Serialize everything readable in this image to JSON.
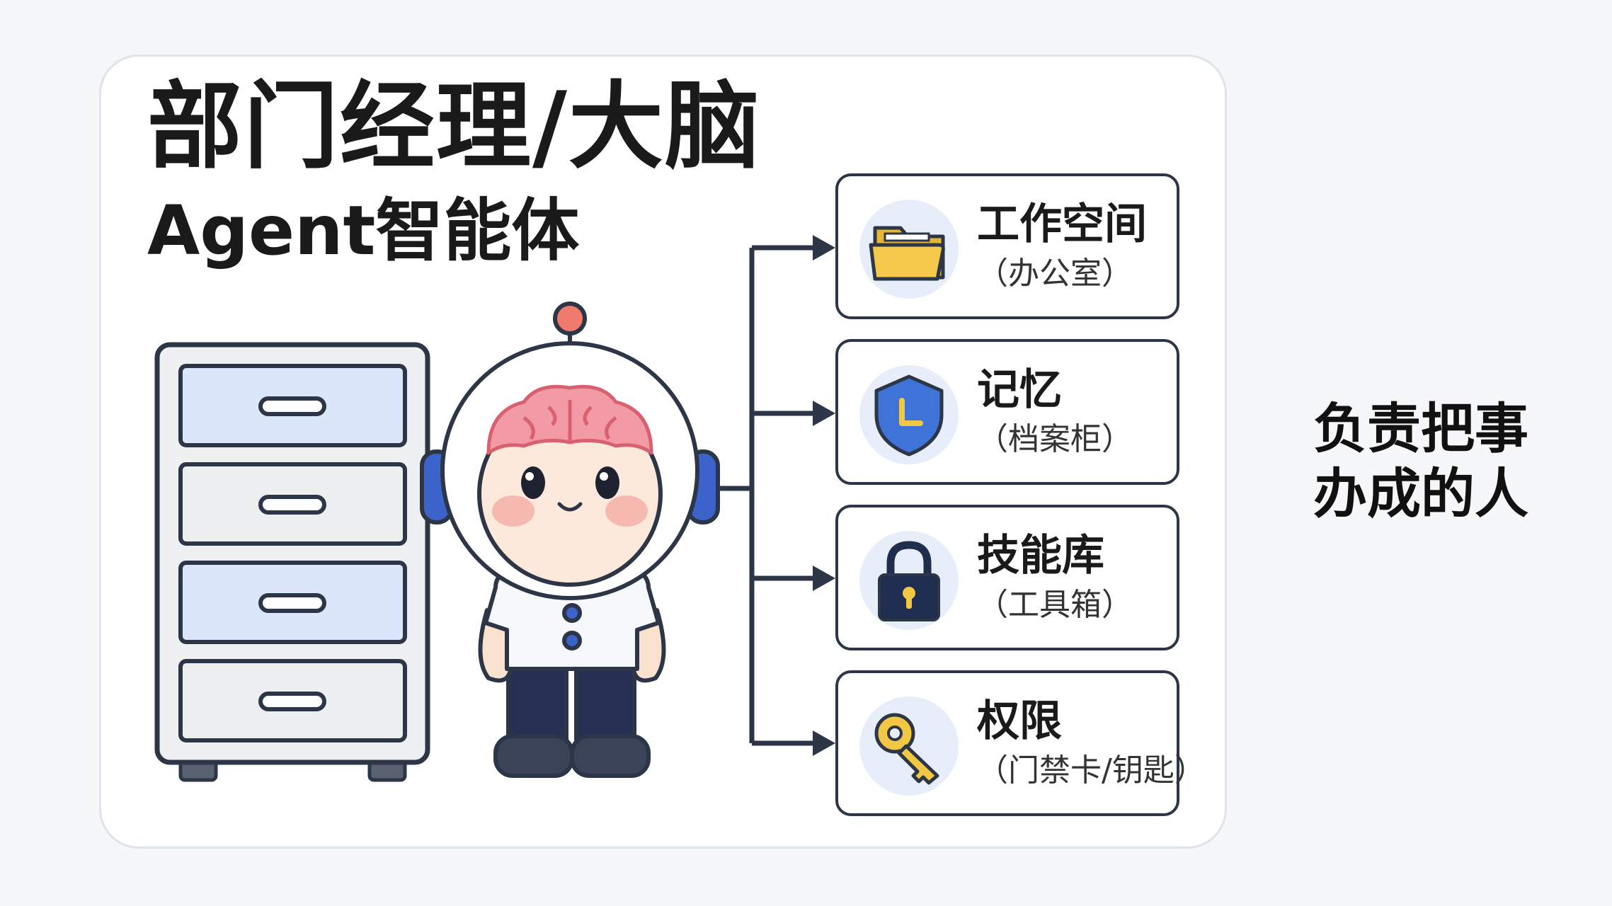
{
  "title": {
    "main": "部门经理/大脑",
    "sub": "Agent智能体"
  },
  "components": [
    {
      "label": "工作空间",
      "sub": "（办公室）",
      "icon": "folder-icon"
    },
    {
      "label": "记忆",
      "sub": "（档案柜）",
      "icon": "shield-clock-icon"
    },
    {
      "label": "技能库",
      "sub": "（工具箱）",
      "icon": "lock-icon"
    },
    {
      "label": "权限",
      "sub": "（门禁卡/钥匙）",
      "icon": "key-icon"
    }
  ],
  "tagline": {
    "line1": "负责把事",
    "line2": "办成的人"
  },
  "colors": {
    "outline": "#2d3646",
    "drawer_blue": "#dbe6fb",
    "drawer_gray": "#eceeef",
    "robot_blue": "#3b63c9",
    "brain_pink": "#f29aa5",
    "folder_yellow": "#f5c84c",
    "shield_blue": "#3f73d8",
    "lock_navy": "#1f2d4e",
    "key_yellow": "#f2c744"
  }
}
